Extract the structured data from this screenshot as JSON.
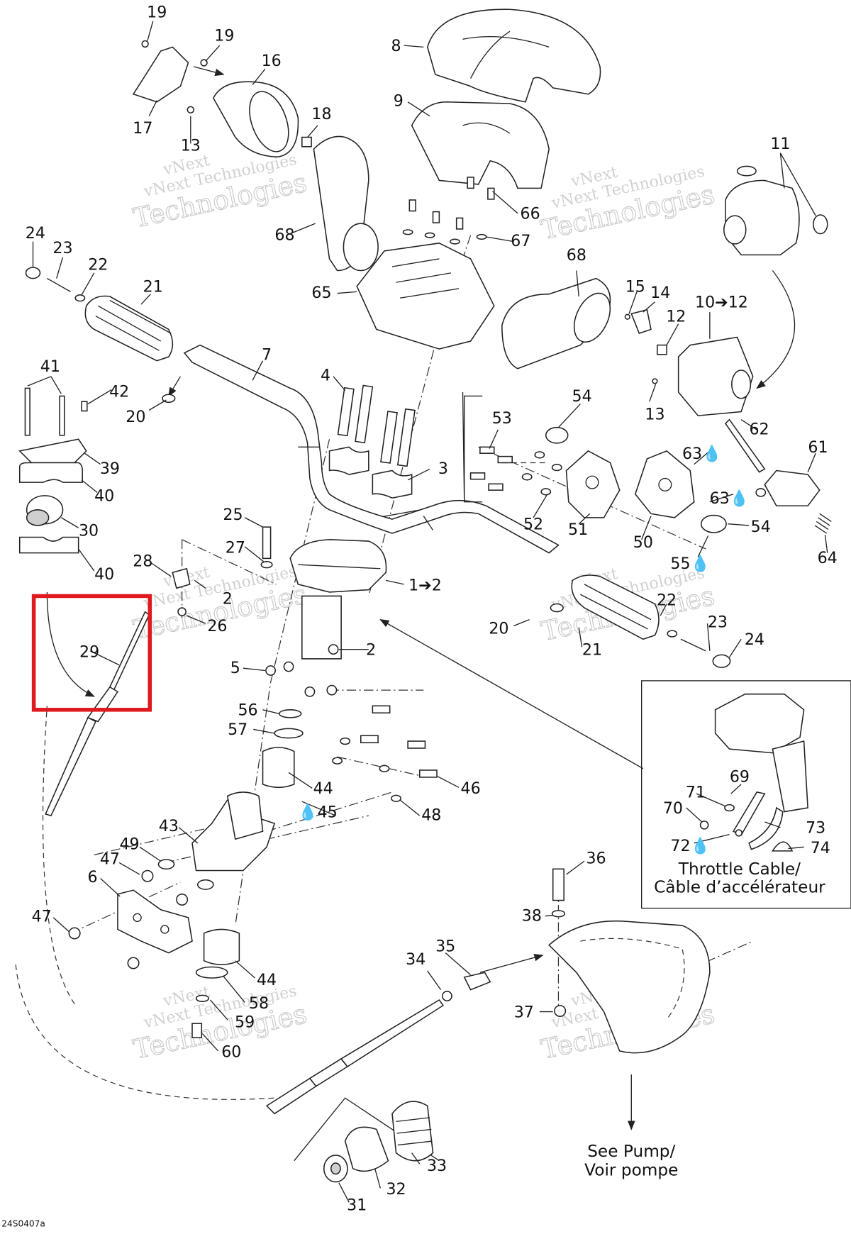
{
  "watermark": {
    "line1": "vNext",
    "line2": "vNext Technologies",
    "line3": "Technologies"
  },
  "captions": {
    "throttle_cable": [
      "Throttle Cable/",
      "Câble d’accélérateur"
    ],
    "see_pump": [
      "See Pump/",
      "Voir pompe"
    ]
  },
  "reference_code": "24S0407a",
  "highlight": {
    "part": "29",
    "color": "#e0191e"
  },
  "callouts": [
    {
      "id": "c19a",
      "text": "19"
    },
    {
      "id": "c19b",
      "text": "19"
    },
    {
      "id": "c16",
      "text": "16"
    },
    {
      "id": "c17",
      "text": "17"
    },
    {
      "id": "c13a",
      "text": "13"
    },
    {
      "id": "c18",
      "text": "18"
    },
    {
      "id": "c8",
      "text": "8"
    },
    {
      "id": "c9",
      "text": "9"
    },
    {
      "id": "c11",
      "text": "11"
    },
    {
      "id": "c66",
      "text": "66"
    },
    {
      "id": "c67",
      "text": "67"
    },
    {
      "id": "c68a",
      "text": "68"
    },
    {
      "id": "c65",
      "text": "65"
    },
    {
      "id": "c68b",
      "text": "68"
    },
    {
      "id": "c15",
      "text": "15"
    },
    {
      "id": "c14",
      "text": "14"
    },
    {
      "id": "c10",
      "text": "10➔12"
    },
    {
      "id": "c12",
      "text": "12"
    },
    {
      "id": "c13b",
      "text": "13"
    },
    {
      "id": "c24a",
      "text": "24"
    },
    {
      "id": "c23a",
      "text": "23"
    },
    {
      "id": "c22a",
      "text": "22"
    },
    {
      "id": "c21a",
      "text": "21"
    },
    {
      "id": "c7",
      "text": "7"
    },
    {
      "id": "c20a",
      "text": "20"
    },
    {
      "id": "c41",
      "text": "41"
    },
    {
      "id": "c42",
      "text": "42"
    },
    {
      "id": "c39",
      "text": "39"
    },
    {
      "id": "c40a",
      "text": "40"
    },
    {
      "id": "c30",
      "text": "30"
    },
    {
      "id": "c40b",
      "text": "40"
    },
    {
      "id": "c4",
      "text": "4"
    },
    {
      "id": "c3",
      "text": "3"
    },
    {
      "id": "c53",
      "text": "53"
    },
    {
      "id": "c54a",
      "text": "54"
    },
    {
      "id": "c62",
      "text": "62"
    },
    {
      "id": "c61",
      "text": "61"
    },
    {
      "id": "c63a",
      "text": "63💧"
    },
    {
      "id": "c63b",
      "text": "63💧"
    },
    {
      "id": "c52",
      "text": "52"
    },
    {
      "id": "c51",
      "text": "51"
    },
    {
      "id": "c50",
      "text": "50"
    },
    {
      "id": "c54b",
      "text": "54"
    },
    {
      "id": "c55",
      "text": "55💧"
    },
    {
      "id": "c64",
      "text": "64"
    },
    {
      "id": "c25",
      "text": "25"
    },
    {
      "id": "c27",
      "text": "27"
    },
    {
      "id": "c28",
      "text": "28"
    },
    {
      "id": "c2a",
      "text": "2"
    },
    {
      "id": "c26",
      "text": "26"
    },
    {
      "id": "c1",
      "text": "1➔2"
    },
    {
      "id": "c2b",
      "text": "2"
    },
    {
      "id": "c29",
      "text": "29"
    },
    {
      "id": "c5",
      "text": "5"
    },
    {
      "id": "c20b",
      "text": "20"
    },
    {
      "id": "c21b",
      "text": "21"
    },
    {
      "id": "c22b",
      "text": "22"
    },
    {
      "id": "c23b",
      "text": "23"
    },
    {
      "id": "c24b",
      "text": "24"
    },
    {
      "id": "c56",
      "text": "56"
    },
    {
      "id": "c57",
      "text": "57"
    },
    {
      "id": "c44a",
      "text": "44"
    },
    {
      "id": "c45",
      "text": "💧45"
    },
    {
      "id": "c46",
      "text": "46"
    },
    {
      "id": "c48",
      "text": "48"
    },
    {
      "id": "c43",
      "text": "43"
    },
    {
      "id": "c49",
      "text": "49"
    },
    {
      "id": "c47a",
      "text": "47"
    },
    {
      "id": "c6",
      "text": "6"
    },
    {
      "id": "c47b",
      "text": "47"
    },
    {
      "id": "c44b",
      "text": "44"
    },
    {
      "id": "c58",
      "text": "58"
    },
    {
      "id": "c59",
      "text": "59"
    },
    {
      "id": "c60",
      "text": "60"
    },
    {
      "id": "c69",
      "text": "69"
    },
    {
      "id": "c71",
      "text": "71"
    },
    {
      "id": "c70",
      "text": "70"
    },
    {
      "id": "c73",
      "text": "73"
    },
    {
      "id": "c72",
      "text": "72💧"
    },
    {
      "id": "c74",
      "text": "74"
    },
    {
      "id": "c36",
      "text": "36"
    },
    {
      "id": "c38",
      "text": "38"
    },
    {
      "id": "c37",
      "text": "37"
    },
    {
      "id": "c34",
      "text": "34"
    },
    {
      "id": "c35",
      "text": "35"
    },
    {
      "id": "c33",
      "text": "33"
    },
    {
      "id": "c32",
      "text": "32"
    },
    {
      "id": "c31",
      "text": "31"
    }
  ]
}
